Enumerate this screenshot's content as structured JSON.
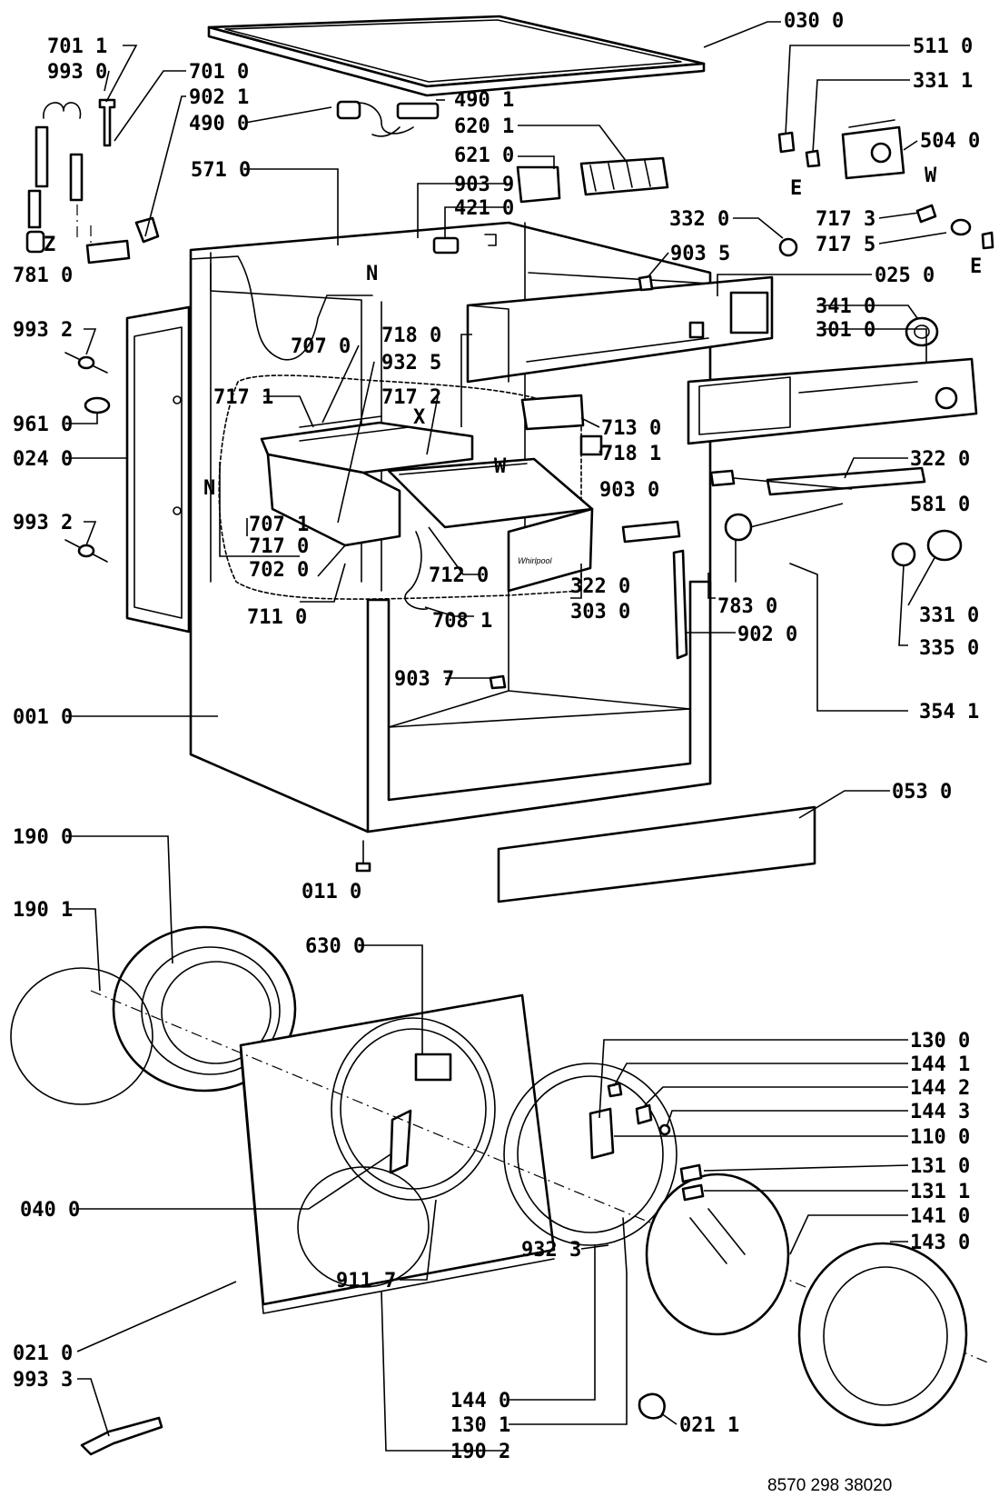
{
  "document": {
    "reference_number": "8570 298 38020"
  },
  "callouts": [
    {
      "id": "c-030-0",
      "text": "030 0"
    },
    {
      "id": "c-701-1",
      "text": "701 1"
    },
    {
      "id": "c-993-0",
      "text": "993 0"
    },
    {
      "id": "c-701-0",
      "text": "701 0"
    },
    {
      "id": "c-902-1",
      "text": "902 1"
    },
    {
      "id": "c-490-0",
      "text": "490 0"
    },
    {
      "id": "c-490-1",
      "text": "490 1"
    },
    {
      "id": "c-620-1",
      "text": "620 1"
    },
    {
      "id": "c-511-0",
      "text": "511 0"
    },
    {
      "id": "c-331-1",
      "text": "331 1"
    },
    {
      "id": "c-504-0",
      "text": "504 0"
    },
    {
      "id": "c-571-0",
      "text": "571 0"
    },
    {
      "id": "c-621-0",
      "text": "621 0"
    },
    {
      "id": "c-903-9",
      "text": "903 9"
    },
    {
      "id": "c-421-0",
      "text": "421 0"
    },
    {
      "id": "c-332-0",
      "text": "332 0"
    },
    {
      "id": "c-717-3",
      "text": "717 3"
    },
    {
      "id": "c-717-5",
      "text": "717 5"
    },
    {
      "id": "c-903-5",
      "text": "903 5"
    },
    {
      "id": "c-025-0",
      "text": "025 0"
    },
    {
      "id": "c-781-0",
      "text": "781 0"
    },
    {
      "id": "c-993-2a",
      "text": "993 2"
    },
    {
      "id": "c-341-0",
      "text": "341 0"
    },
    {
      "id": "c-301-0",
      "text": "301 0"
    },
    {
      "id": "c-707-0",
      "text": "707 0"
    },
    {
      "id": "c-718-0",
      "text": "718 0"
    },
    {
      "id": "c-932-5",
      "text": "932 5"
    },
    {
      "id": "c-717-1",
      "text": "717 1"
    },
    {
      "id": "c-717-2",
      "text": "717 2"
    },
    {
      "id": "c-961-0",
      "text": "961 0"
    },
    {
      "id": "c-713-0",
      "text": "713 0"
    },
    {
      "id": "c-024-0",
      "text": "024 0"
    },
    {
      "id": "c-718-1",
      "text": "718 1"
    },
    {
      "id": "c-322-0a",
      "text": "322 0"
    },
    {
      "id": "c-903-0",
      "text": "903 0"
    },
    {
      "id": "c-993-2b",
      "text": "993 2"
    },
    {
      "id": "c-581-0",
      "text": "581 0"
    },
    {
      "id": "c-707-1",
      "text": "707 1"
    },
    {
      "id": "c-717-0",
      "text": "717 0"
    },
    {
      "id": "c-702-0",
      "text": "702 0"
    },
    {
      "id": "c-712-0",
      "text": "712 0"
    },
    {
      "id": "c-322-0b",
      "text": "322 0"
    },
    {
      "id": "c-711-0",
      "text": "711 0"
    },
    {
      "id": "c-708-1",
      "text": "708 1"
    },
    {
      "id": "c-303-0",
      "text": "303 0"
    },
    {
      "id": "c-783-0",
      "text": "783 0"
    },
    {
      "id": "c-331-0",
      "text": "331 0"
    },
    {
      "id": "c-902-0",
      "text": "902 0"
    },
    {
      "id": "c-335-0",
      "text": "335 0"
    },
    {
      "id": "c-903-7",
      "text": "903 7"
    },
    {
      "id": "c-001-0",
      "text": "001 0"
    },
    {
      "id": "c-354-1",
      "text": "354 1"
    },
    {
      "id": "c-053-0",
      "text": "053 0"
    },
    {
      "id": "c-190-0",
      "text": "190 0"
    },
    {
      "id": "c-011-0",
      "text": "011 0"
    },
    {
      "id": "c-190-1",
      "text": "190 1"
    },
    {
      "id": "c-630-0",
      "text": "630 0"
    },
    {
      "id": "c-130-0",
      "text": "130 0"
    },
    {
      "id": "c-144-1",
      "text": "144 1"
    },
    {
      "id": "c-144-2",
      "text": "144 2"
    },
    {
      "id": "c-144-3",
      "text": "144 3"
    },
    {
      "id": "c-110-0",
      "text": "110 0"
    },
    {
      "id": "c-040-0",
      "text": "040 0"
    },
    {
      "id": "c-131-0",
      "text": "131 0"
    },
    {
      "id": "c-131-1",
      "text": "131 1"
    },
    {
      "id": "c-141-0",
      "text": "141 0"
    },
    {
      "id": "c-932-3",
      "text": "932 3"
    },
    {
      "id": "c-143-0",
      "text": "143 0"
    },
    {
      "id": "c-911-7",
      "text": "911 7"
    },
    {
      "id": "c-021-0",
      "text": "021 0"
    },
    {
      "id": "c-993-3",
      "text": "993 3"
    },
    {
      "id": "c-144-0",
      "text": "144 0"
    },
    {
      "id": "c-130-1",
      "text": "130 1"
    },
    {
      "id": "c-021-1",
      "text": "021 1"
    },
    {
      "id": "c-190-2",
      "text": "190 2"
    }
  ],
  "letters": [
    {
      "id": "l-e1",
      "text": "E"
    },
    {
      "id": "l-e2",
      "text": "E"
    },
    {
      "id": "l-w1",
      "text": "W"
    },
    {
      "id": "l-w2",
      "text": "W"
    },
    {
      "id": "l-n1",
      "text": "N"
    },
    {
      "id": "l-n2",
      "text": "N"
    },
    {
      "id": "l-x",
      "text": "X"
    },
    {
      "id": "l-z",
      "text": "Z"
    }
  ],
  "brand_mark": {
    "text": "Whirlpool"
  }
}
